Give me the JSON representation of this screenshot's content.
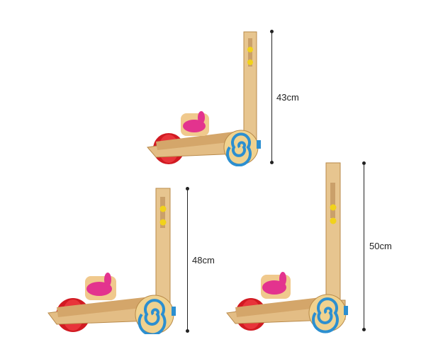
{
  "measurements": {
    "walker_1": {
      "height_label": "43cm"
    },
    "walker_2": {
      "height_label": "48cm"
    },
    "walker_3": {
      "height_label": "50cm"
    }
  }
}
